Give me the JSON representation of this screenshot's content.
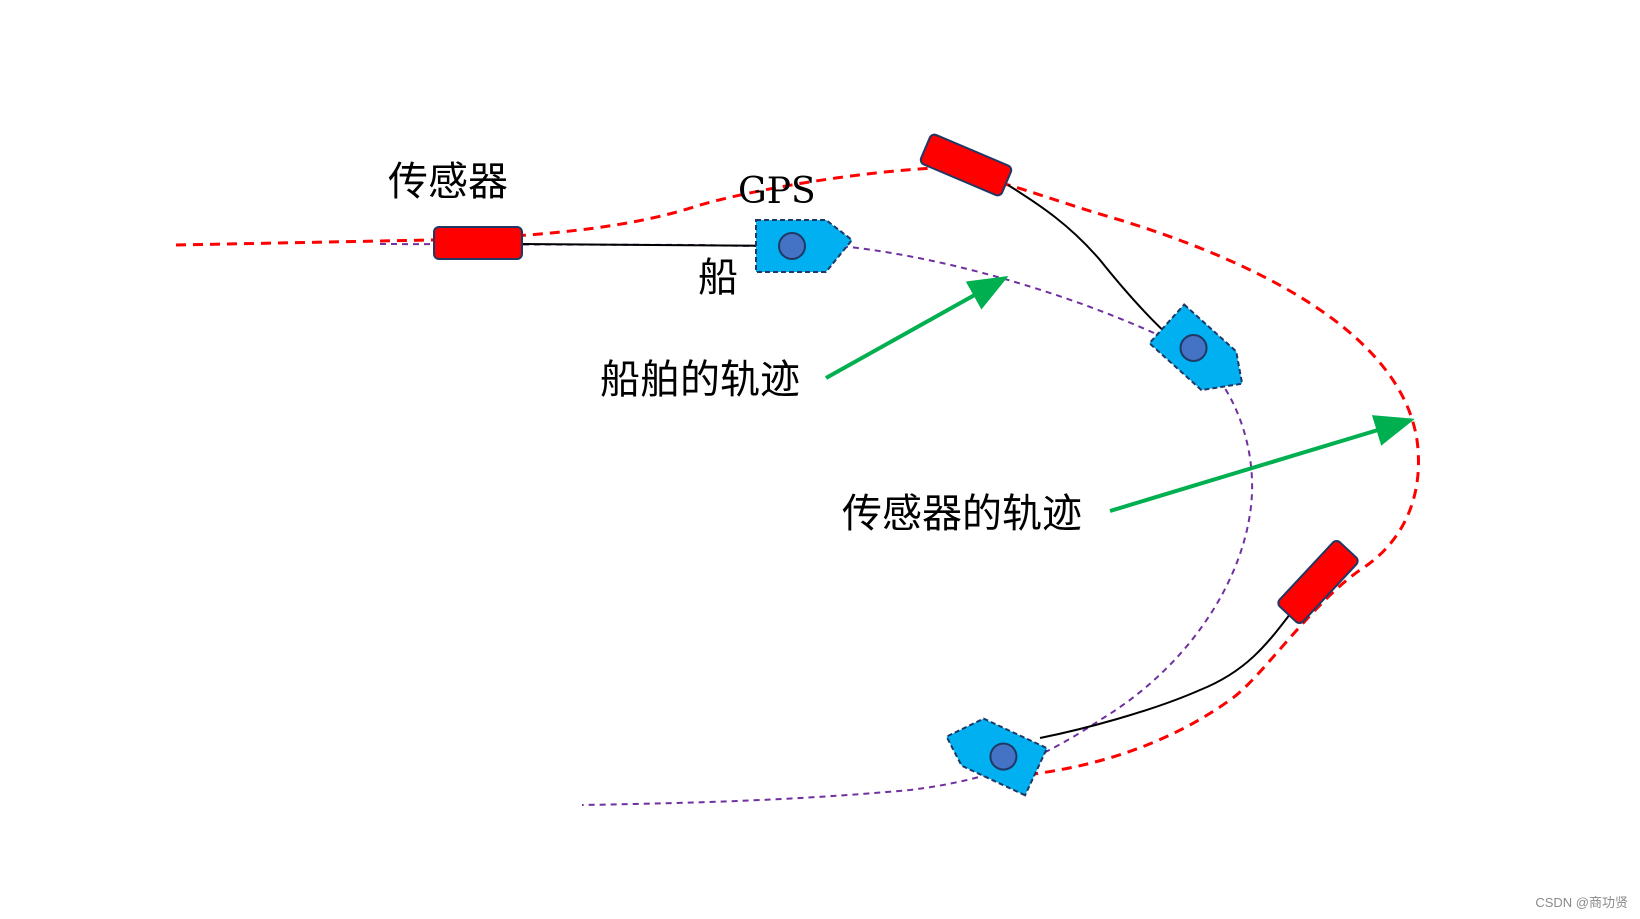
{
  "labels": {
    "sensor": "传感器",
    "gps": "GPS",
    "ship": "船",
    "ship_track": "船舶的轨迹",
    "sensor_track": "传感器的轨迹"
  },
  "watermark": "CSDN @商功贤",
  "colors": {
    "sensor_fill": "#ff0000",
    "ship_fill": "#00b0f0",
    "gps_dot": "#4472c4",
    "sensor_track": "#ff0000",
    "ship_track": "#7030a0",
    "arrow": "#00b050",
    "tow_line": "#000000"
  }
}
